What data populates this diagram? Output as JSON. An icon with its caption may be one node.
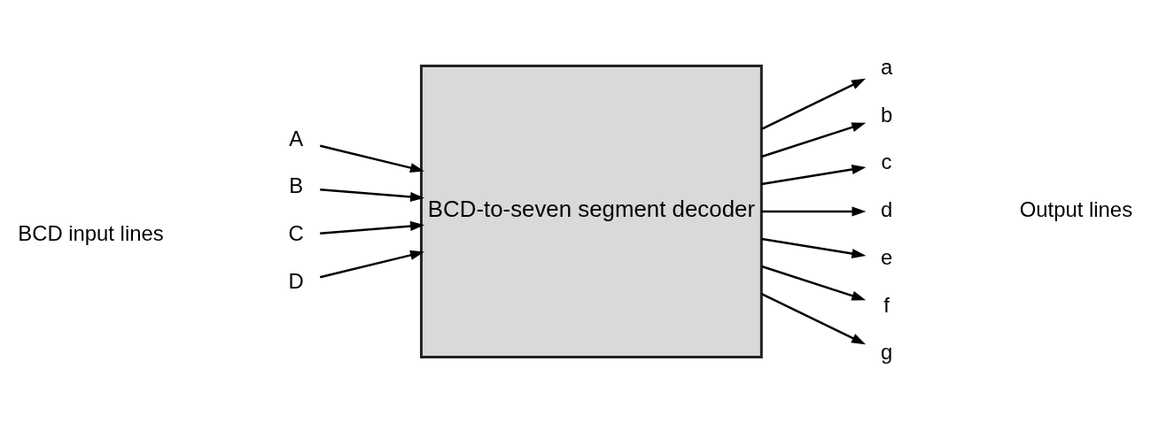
{
  "diagram": {
    "nodes": [
      {
        "text": [
          "A"
        ]
      },
      {
        "text": [
          "B"
        ]
      },
      {
        "text": [
          "C"
        ]
      },
      {
        "text": [
          "D"
        ]
      },
      {
        "text": [
          "BCD-to-seven segment decoder"
        ]
      },
      {
        "text": [
          "a"
        ]
      },
      {
        "text": [
          "b"
        ]
      },
      {
        "text": [
          "c"
        ]
      },
      {
        "text": [
          "d"
        ]
      },
      {
        "text": [
          "e"
        ]
      },
      {
        "text": [
          "f"
        ]
      },
      {
        "text": [
          "g"
        ]
      }
    ],
    "edges": [
      {
        "from": 0,
        "to": 4,
        "arrow": "to"
      },
      {
        "from": 1,
        "to": 4,
        "arrow": "to"
      },
      {
        "from": 2,
        "to": 4,
        "arrow": "to"
      },
      {
        "from": 3,
        "to": 4,
        "arrow": "to"
      },
      {
        "from": 4,
        "to": 5,
        "arrow": "to"
      },
      {
        "from": 4,
        "to": 6,
        "arrow": "to"
      },
      {
        "from": 4,
        "to": 7,
        "arrow": "to"
      },
      {
        "from": 4,
        "to": 8,
        "arrow": "to"
      },
      {
        "from": 4,
        "to": 9,
        "arrow": "to"
      },
      {
        "from": 4,
        "to": 10,
        "arrow": "to"
      },
      {
        "from": 4,
        "to": 11,
        "arrow": "to"
      }
    ],
    "labels": [
      "BCD input lines",
      "Output lines"
    ]
  }
}
